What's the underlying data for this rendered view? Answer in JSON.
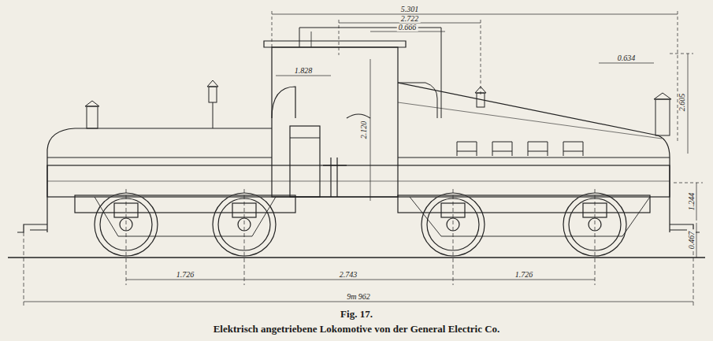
{
  "diagram": {
    "title": "Fig. 17.",
    "caption": "Elektrisch angetriebene Lokomotive von der General Electric Co.",
    "labels": [
      "5.301",
      "2.722",
      "0.666",
      "1.828",
      "2.120",
      "0.634",
      "2.605",
      "1.244",
      "0.467",
      "1.726",
      "2.743",
      "1.726",
      "9m 962"
    ]
  }
}
